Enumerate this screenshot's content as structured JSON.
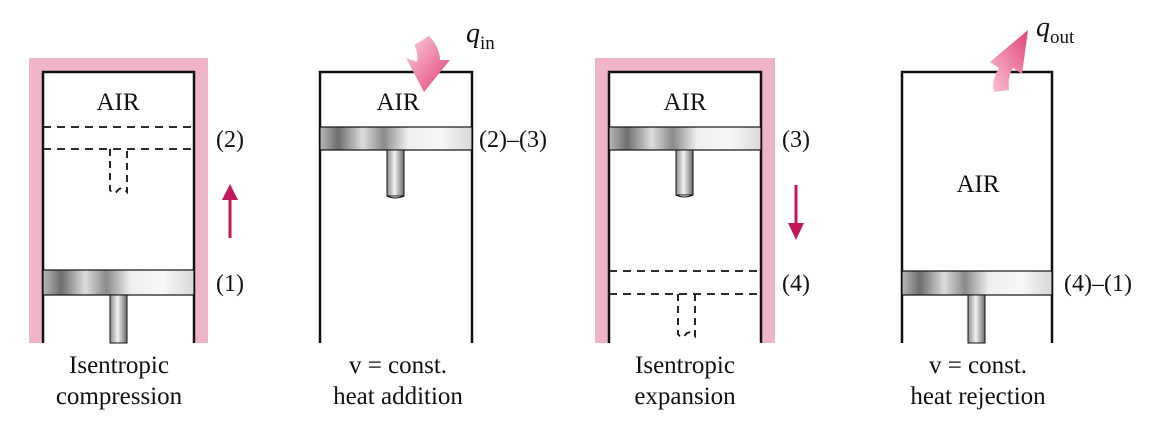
{
  "colors": {
    "insulation": "#f0b4c8",
    "arrow": "#c2185b",
    "heat_arrow_light": "#f4a6c0",
    "heat_arrow_dark": "#e8437a",
    "wall": "#111111"
  },
  "gas_label": "AIR",
  "panels": [
    {
      "caption_line1": "Isentropic",
      "caption_line2": "compression",
      "state_label_top": "(2)",
      "state_label_bottom": "(1)",
      "insulated": true,
      "motion_arrow": "up-arrow-icon"
    },
    {
      "caption_line1": "v = const.",
      "caption_line2": "heat addition",
      "state_label": "(2)–(3)",
      "heat_symbol": "q",
      "heat_subscript": "in",
      "heat_arrow": "heat-in-arrow-icon"
    },
    {
      "caption_line1": "Isentropic",
      "caption_line2": "expansion",
      "state_label_top": "(3)",
      "state_label_bottom": "(4)",
      "insulated": true,
      "motion_arrow": "down-arrow-icon"
    },
    {
      "caption_line1": "v = const.",
      "caption_line2": "heat rejection",
      "state_label": "(4)–(1)",
      "heat_symbol": "q",
      "heat_subscript": "out",
      "heat_arrow": "heat-out-arrow-icon"
    }
  ]
}
